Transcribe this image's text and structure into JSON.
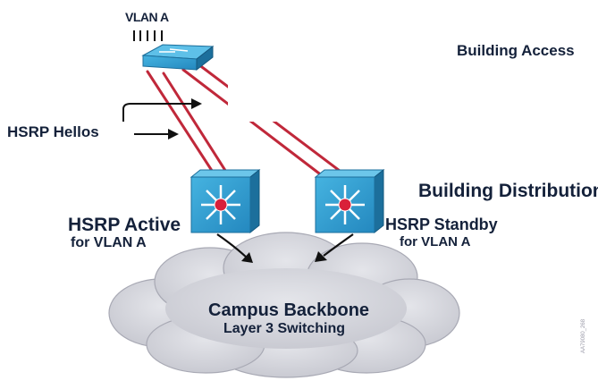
{
  "labels": {
    "vlan": "VLAN A",
    "building_access": "Building Access",
    "hsrp_hellos": "HSRP Hellos",
    "building_distribution": "Building Distribution",
    "active_line1": "HSRP Active",
    "active_line2": "for VLAN A",
    "standby_line1": "HSRP Standby",
    "standby_line2": "for VLAN A",
    "backbone_line1": "Campus Backbone",
    "backbone_line2": "Layer 3 Switching",
    "watermark": "AA79080_268"
  },
  "colors": {
    "link": "#c0283a",
    "switch_face": "#2f9fd3",
    "switch_dark": "#1c6f9c",
    "cloud": "#d4d5dc",
    "text": "#14213a"
  },
  "icons": {
    "access_switch": "workgroup-switch-icon",
    "distribution_switch": "layer3-switch-icon",
    "backbone": "cloud-icon"
  }
}
